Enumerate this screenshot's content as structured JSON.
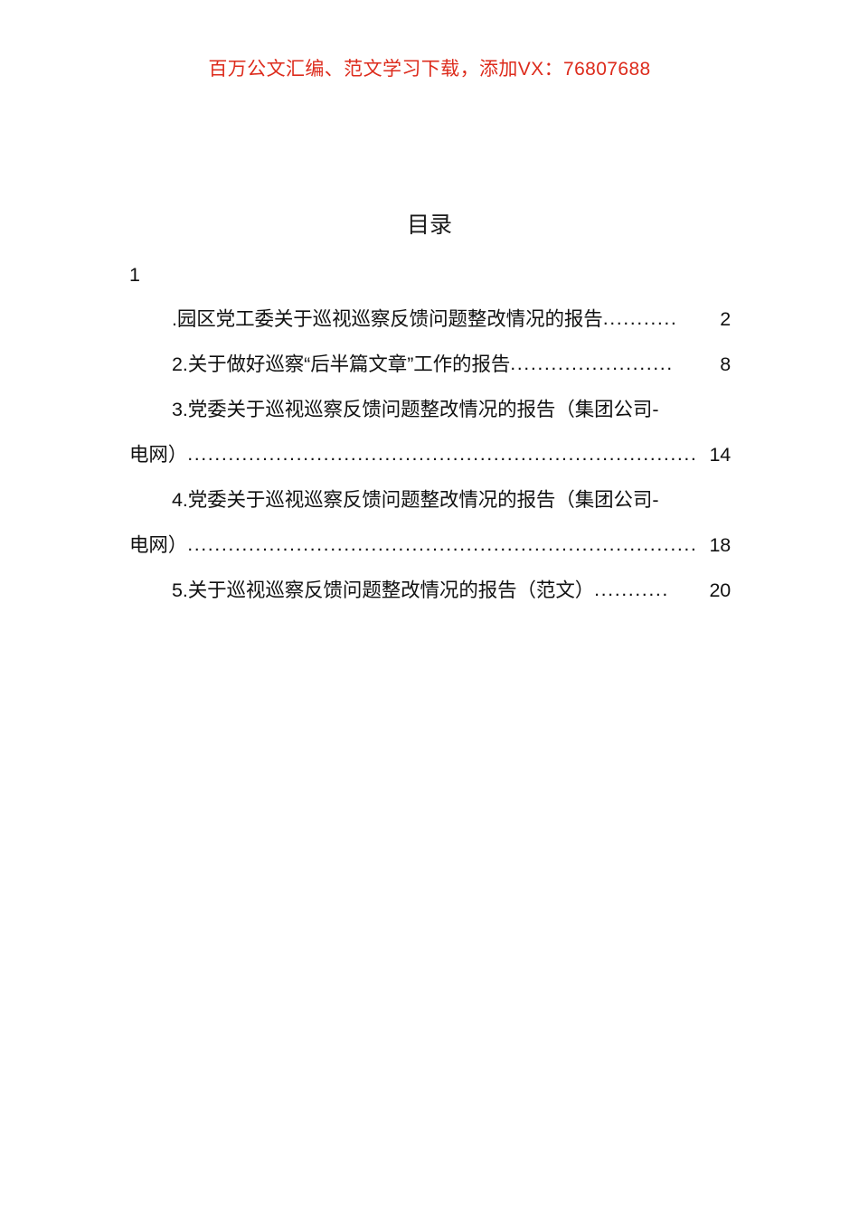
{
  "header": {
    "promo_text": "百万公文汇编、范文学习下载，添加VX：76807688",
    "promo_color": "#DD2B1C"
  },
  "document": {
    "toc_title": "目录",
    "leader_dot": ".",
    "lines": [
      {
        "id": "entry-1-number",
        "kind": "numeral-only",
        "text": "1",
        "leader": "",
        "page": ""
      },
      {
        "id": "entry-1-title",
        "kind": "indented",
        "text": ".园区党工委关于巡视巡察反馈问题整改情况的报告",
        "leader": "...........",
        "page": "2"
      },
      {
        "id": "entry-2",
        "kind": "indented",
        "text": "2.关于做好巡察“后半篇文章”工作的报告",
        "leader": "........................",
        "page": "8"
      },
      {
        "id": "entry-3-line1",
        "kind": "indented",
        "text": "3.党委关于巡视巡察反馈问题整改情况的报告（集团公司-",
        "leader": "",
        "page": ""
      },
      {
        "id": "entry-3-line2",
        "kind": "hanging",
        "text": "电网）",
        "leader": "...........................................................................",
        "page": "14"
      },
      {
        "id": "entry-4-line1",
        "kind": "indented",
        "text": "4.党委关于巡视巡察反馈问题整改情况的报告（集团公司-",
        "leader": "",
        "page": ""
      },
      {
        "id": "entry-4-line2",
        "kind": "hanging",
        "text": "电网）",
        "leader": "...........................................................................",
        "page": "18"
      },
      {
        "id": "entry-5",
        "kind": "indented",
        "text": "5.关于巡视巡察反馈问题整改情况的报告（范文）",
        "leader": "...........",
        "page": "20"
      }
    ],
    "entries": [
      {
        "number": "1",
        "title": ".园区党工委关于巡视巡察反馈问题整改情况的报告",
        "page": "2"
      },
      {
        "number": "2",
        "title": "关于做好巡察“后半篇文章”工作的报告",
        "page": "8"
      },
      {
        "number": "3",
        "title": "党委关于巡视巡察反馈问题整改情况的报告（集团公司-电网）",
        "page": "14"
      },
      {
        "number": "4",
        "title": "党委关于巡视巡察反馈问题整改情况的报告（集团公司-电网）",
        "page": "18"
      },
      {
        "number": "5",
        "title": "关于巡视巡察反馈问题整改情况的报告（范文）",
        "page": "20"
      }
    ]
  }
}
